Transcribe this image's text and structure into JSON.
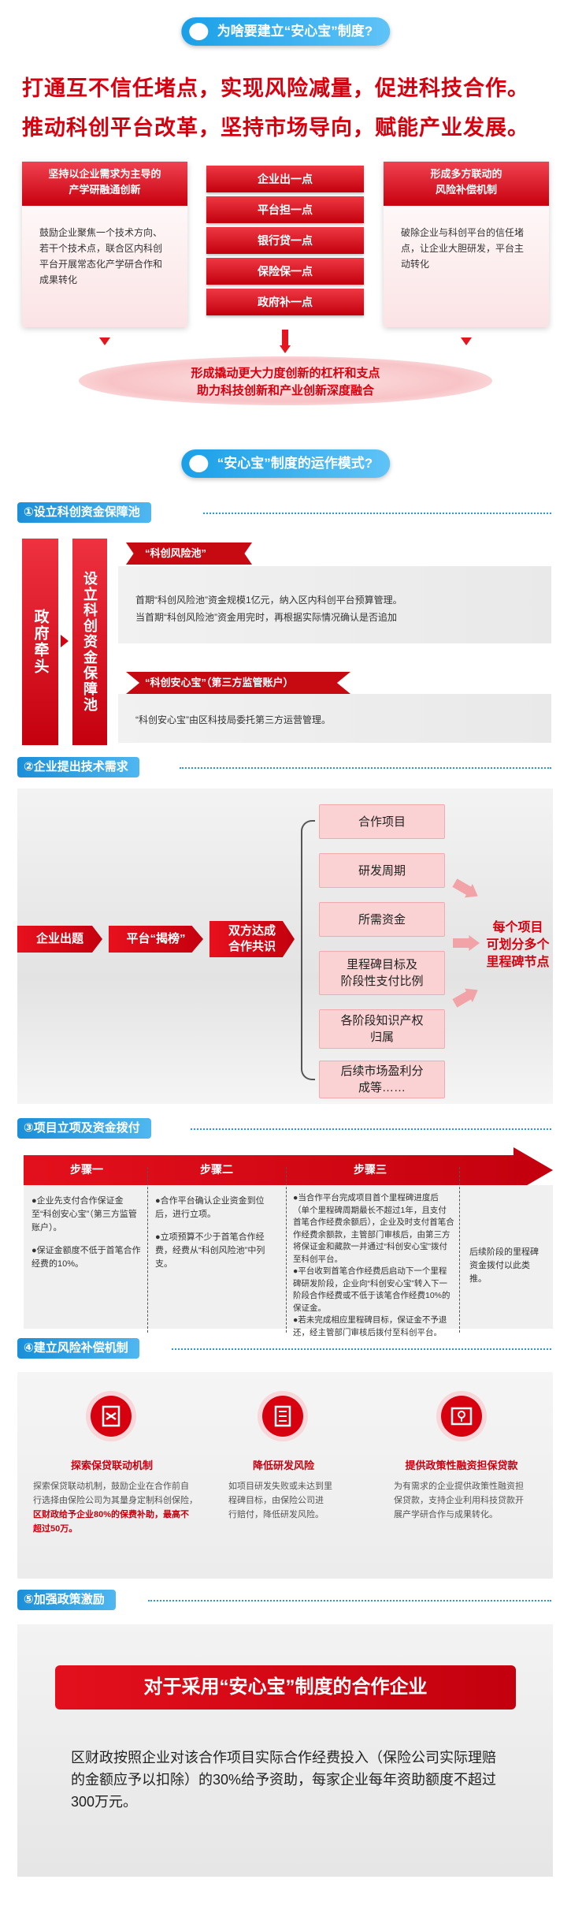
{
  "section1": {
    "title": "为啥要建立“安心宝”制度?",
    "headline1": "打通互不信任堵点，实现风险减量，促进科技合作。",
    "headline2": "推动科创平台改革，坚持市场导向，赋能产业发展。",
    "left_card": {
      "title_line1": "坚持以企业需求为主导的",
      "title_line2": "产学研融通创新",
      "body": [
        "鼓励企业聚焦一个技术方向、",
        "若干个技术点，联合区内科创",
        "平台开展常态化产学研合作和",
        "成果转化"
      ]
    },
    "stack": [
      "企业出一点",
      "平台担一点",
      "银行贷一点",
      "保险保一点",
      "政府补一点"
    ],
    "right_card": {
      "title_line1": "形成多方联动的",
      "title_line2": "风险补偿机制",
      "body": [
        "破除企业与科创平台的信任堵",
        "点，让企业大胆研发，平台主",
        "动转化"
      ]
    },
    "result_line1": "形成撬动更大力度创新的杠杆和支点",
    "result_line2": "助力科技创新和产业创新深度融合"
  },
  "section2": {
    "title": "“安心宝”制度的运作模式?"
  },
  "part1": {
    "tag": "①设立科创资金保障池",
    "left_bar": "政府牵头",
    "mid_bar": "设立科创资金保障池",
    "label1": "“科创风险池”",
    "text1a": "首期“科创风险池”资金规模1亿元，纳入区内科创平台预算管理。",
    "text1b": "当首期“科创风险池”资金用完时，再根据实际情况确认是否追加",
    "label2": "“科创安心宝”（第三方监管账户）",
    "text2": "“科创安心宝”由区科技局委托第三方运营管理。"
  },
  "part2": {
    "tag": "②企业提出技术需求",
    "flow": [
      "企业出题",
      "平台“揭榜”",
      "双方达成",
      "合作共识"
    ],
    "items": [
      "合作项目",
      "研发周期",
      "所需资金",
      "里程碑目标及\n阶段性支付比例",
      "各阶段知识产权\n归属",
      "后续市场盈利分\n成等……"
    ],
    "result": [
      "每个项目",
      "可划分多个",
      "里程碑节点"
    ]
  },
  "part3": {
    "tag": "③项目立项及资金拨付",
    "step1": "步骤一",
    "step2": "步骤二",
    "step3": "步骤三",
    "col1": [
      "●企业先支付合作保证金至“科创安心宝”（第三方监管账户）。",
      "●保证金额度不低于首笔合作经费的10%。"
    ],
    "col2": [
      "●合作平台确认企业资金到位后，进行立项。",
      "●立项预算不少于首笔合作经费，经费从“科创风险池”中列支。"
    ],
    "col3": [
      "●当合作平台完成项目首个里程碑进度后（单个里程碑周期最长不超过1年，且支付首笔合作经费余额后），企业及时支付首笔合作经费余额款，主管部门审核后，由第三方将保证金和藏款一并通过“科创安心宝”拨付至科创平台。",
      "●平台收到首笔合作经费后启动下一个里程碑研发阶段，企业向“科创安心宝”转入下一阶段合作经费或不低于该笔合作经费10%的保证金。",
      "●若未完成相应里程碑目标，保证金不予退还，经主管部门审核后拨付至科创平台。"
    ],
    "col4": [
      "后续阶段的里程碑资金拨付以此类推。"
    ]
  },
  "part4": {
    "tag": "④建立风险补偿机制",
    "items": [
      {
        "title": "探索保贷联动机制",
        "body": [
          "探索保贷联动机制，鼓励企业在合作前自",
          "行选择由保险公司为其量身定制科创保险，",
          "区财政给予企业80%的保费补助，最高不",
          "超过50万。"
        ]
      },
      {
        "title": "降低研发风险",
        "body": [
          "如项目研发失败或未达到里",
          "程碑目标，由保险公司进",
          "行赔付，降低研发风险。"
        ]
      },
      {
        "title": "提供政策性融资担保贷款",
        "body": [
          "为有需求的企业提供政策性融资担",
          "保贷款，支持企业利用科技贷款开",
          "展产学研合作与成果转化。"
        ]
      }
    ]
  },
  "part5": {
    "tag": "⑤加强政策激励",
    "banner": "对于采用“安心宝”制度的合作企业",
    "text": "区财政按照企业对该合作项目实际合作经费投入（保险公司实际理赔的金额应予以扣除）的30%给予资助，每家企业每年资助额度不超过300万元。"
  }
}
